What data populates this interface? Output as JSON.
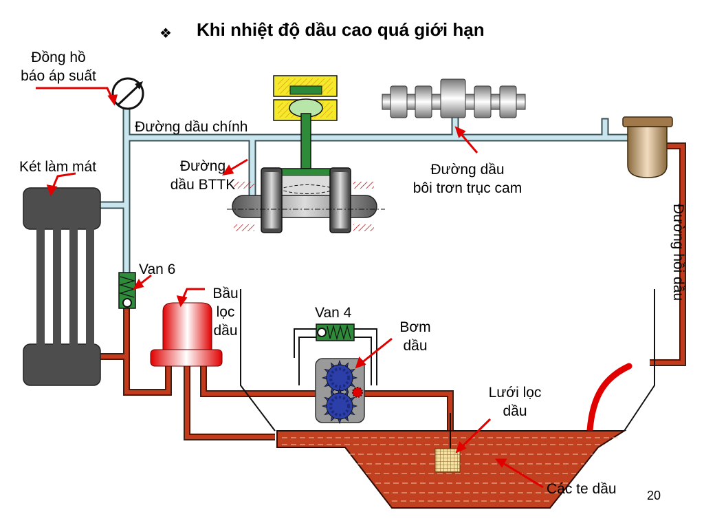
{
  "title": {
    "bullet": "❖",
    "text": "Khi nhiệt độ dầu cao quá giới hạn"
  },
  "labels": {
    "gauge_line1": "Đồng hồ",
    "gauge_line2": "báo áp suất",
    "main_gallery": "Đường dầu chính",
    "cooler": "Két làm mát",
    "crank_line1": "Đường",
    "crank_line2": "dầu BTTK",
    "cam_line1": "Đường dầu",
    "cam_line2": "bôi trơn trục cam",
    "return": "Đường hồi dầu",
    "valve6": "Van 6",
    "filter_line1": "Bầu",
    "filter_line2": "lọc",
    "filter_line3": "dầu",
    "valve4": "Van 4",
    "pump_line1": "Bơm",
    "pump_line2": "dầu",
    "strainer_line1": "Lưới lọc",
    "strainer_line2": "dầu",
    "sump": "Các te dầu",
    "page_number": "20"
  },
  "colors": {
    "hot_oil": "#c23b1c",
    "oil_fill": "#c1401f",
    "pipe_cool": "#c9e6ee",
    "pointer": "#e00000",
    "valve_green": "#2e8b3a",
    "pump_grey": "#9a9a9a",
    "gear_blue": "#2c3fa8"
  }
}
